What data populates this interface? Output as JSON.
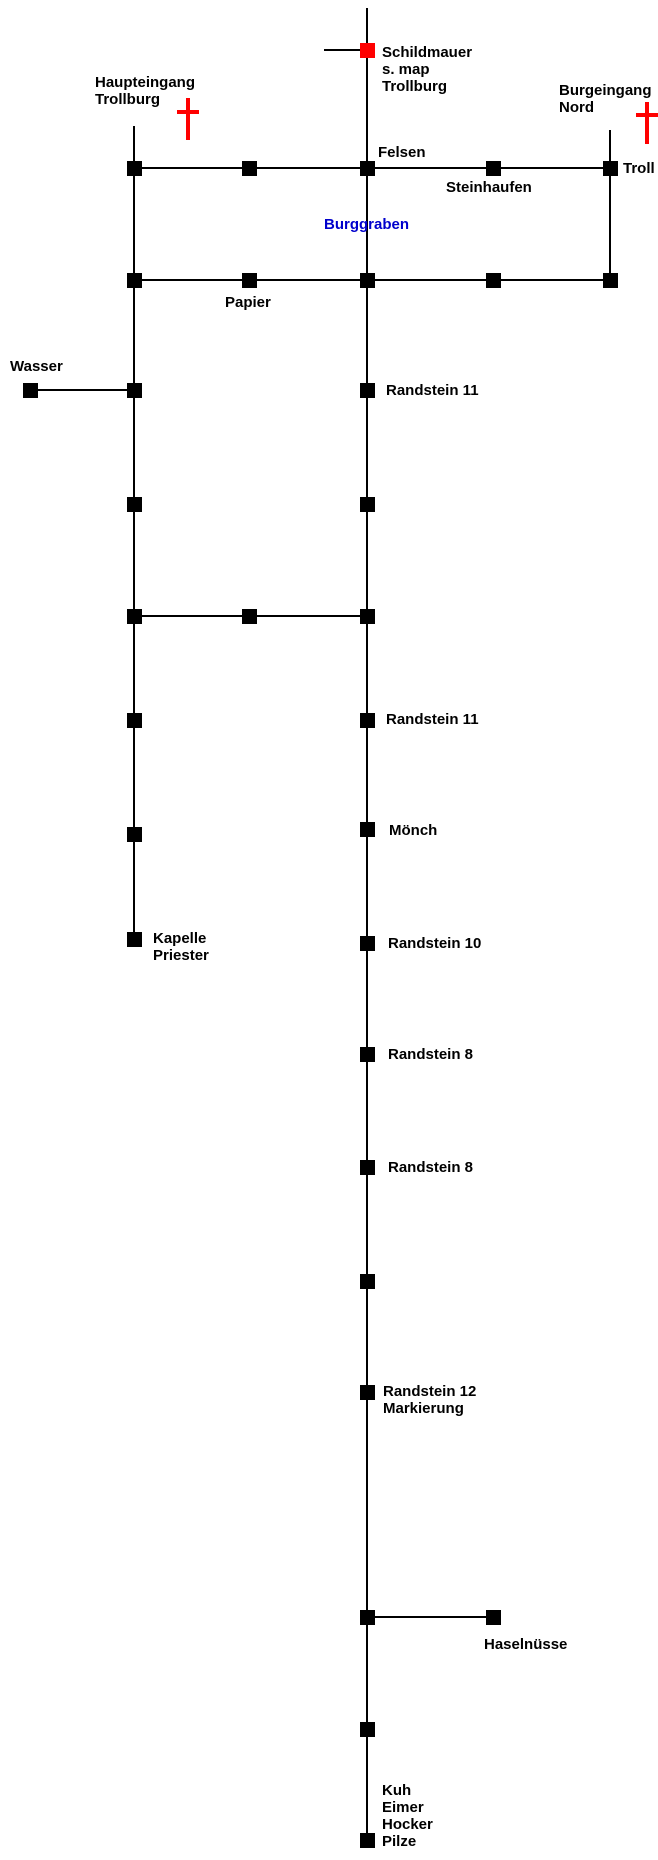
{
  "colors": {
    "background": "#ffffff",
    "path": "#000000",
    "node": "#000000",
    "highlight_node": "#ff0000",
    "cross": "#ff0000",
    "area_label": "#0000cc"
  },
  "map": {
    "labels": {
      "schildmauer": [
        "Schildmauer",
        "s. map",
        "Trollburg"
      ],
      "haupteingang": [
        "Haupteingang",
        "Trollburg"
      ],
      "burgeingang": [
        "Burgeingang",
        "Nord"
      ],
      "felsen": "Felsen",
      "troll": "Troll",
      "steinhaufen": "Steinhaufen",
      "burggraben": "Burggraben",
      "papier": "Papier",
      "wasser": "Wasser",
      "randstein_11_a": "Randstein 11",
      "randstein_11_b": "Randstein 11",
      "moench": "Mönch",
      "randstein_10": "Randstein 10",
      "randstein_8_a": "Randstein 8",
      "randstein_8_b": "Randstein 8",
      "kapelle": [
        "Kapelle",
        "Priester"
      ],
      "randstein_12": [
        "Randstein 12",
        "Markierung"
      ],
      "haselnuesse": "Haselnüsse",
      "kuh": [
        "Kuh",
        "Eimer",
        "Hocker",
        "Pilze"
      ]
    },
    "icons": [
      "cross-icon",
      "cross-icon"
    ]
  }
}
